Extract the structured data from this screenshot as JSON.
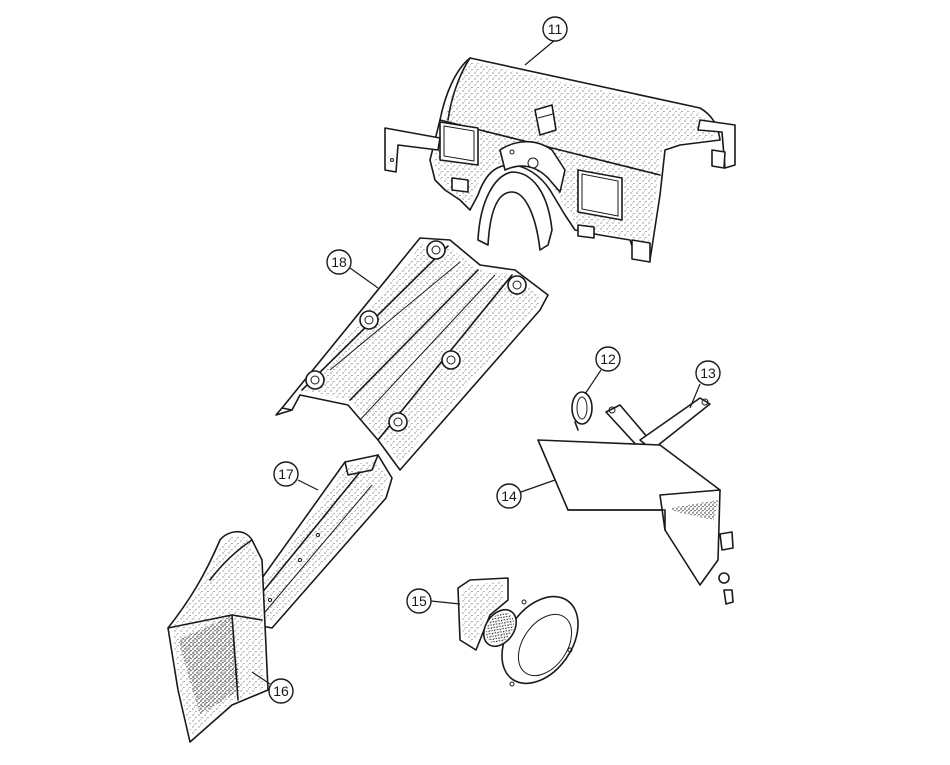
{
  "callouts": [
    {
      "id": "11",
      "label": "11"
    },
    {
      "id": "12",
      "label": "12"
    },
    {
      "id": "13",
      "label": "13"
    },
    {
      "id": "14",
      "label": "14"
    },
    {
      "id": "15",
      "label": "15"
    },
    {
      "id": "16",
      "label": "16"
    },
    {
      "id": "17",
      "label": "17"
    },
    {
      "id": "18",
      "label": "18"
    }
  ],
  "colors": {
    "ink": "#1a1a1a",
    "paper": "#ffffff"
  }
}
